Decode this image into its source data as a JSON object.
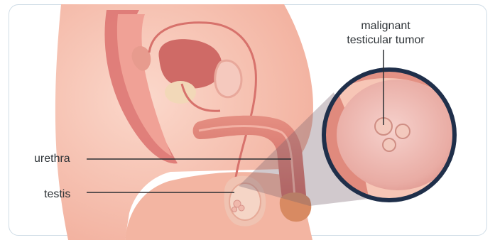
{
  "labels": {
    "urethra": "urethra",
    "testis": "testis",
    "tumor_line1": "malignant",
    "tumor_line2": "testicular tumor"
  },
  "colors": {
    "skin": "#f4b8a6",
    "skin_light": "#f8cdbf",
    "muscle": "#d96a68",
    "organ": "#e79b8e",
    "zoom_ring": "#1f2f4a",
    "leader_line": "#2b2f33",
    "tumor": "#e3a59b"
  }
}
